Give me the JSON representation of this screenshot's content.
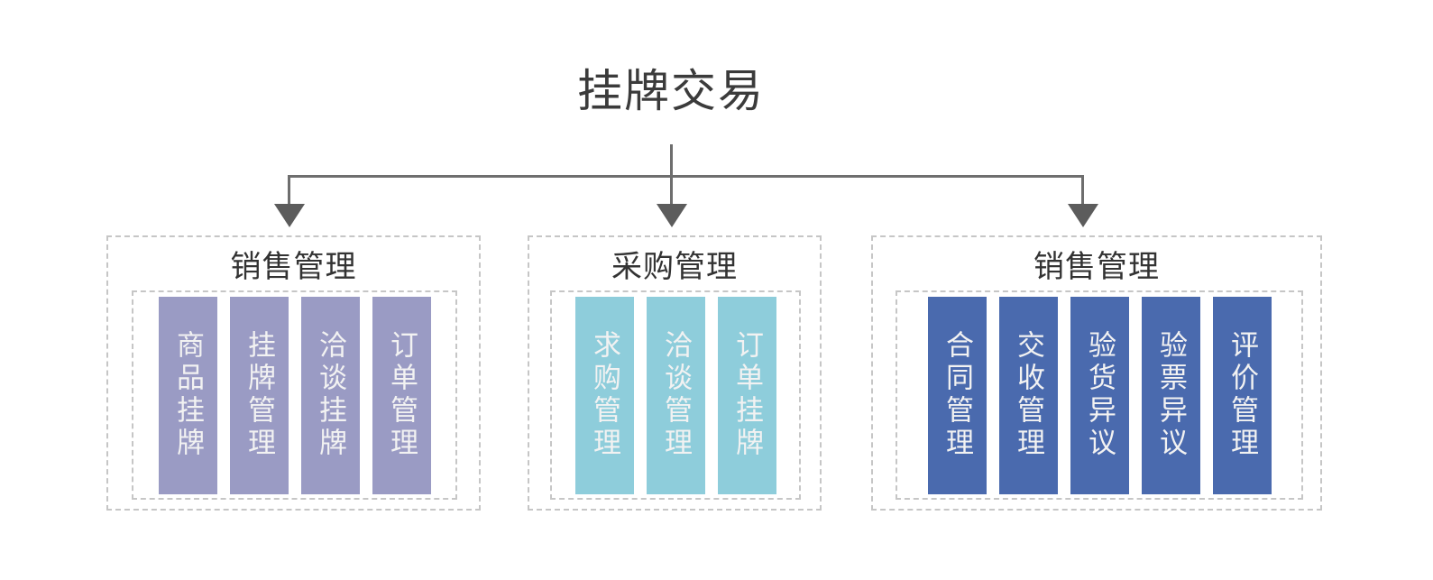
{
  "diagram": {
    "root": {
      "label": "挂牌交易"
    },
    "colors": {
      "purple": "#9a9bc4",
      "teal": "#8ecddb",
      "blue": "#4a6aae",
      "connector": "#6e6e6e",
      "dashed_border": "#c6c6c6",
      "title_text": "#3b3b3b",
      "chip_text": "#f2f2f2"
    },
    "groups": [
      {
        "id": "sales-management-1",
        "title": "销售管理",
        "color_key": "purple",
        "items": [
          {
            "label": "商品挂牌"
          },
          {
            "label": "挂牌管理"
          },
          {
            "label": "洽谈挂牌"
          },
          {
            "label": "订单管理"
          }
        ]
      },
      {
        "id": "purchase-management",
        "title": "采购管理",
        "color_key": "teal",
        "items": [
          {
            "label": "求购管理"
          },
          {
            "label": "洽谈管理"
          },
          {
            "label": "订单挂牌"
          }
        ]
      },
      {
        "id": "sales-management-2",
        "title": "销售管理",
        "color_key": "blue",
        "items": [
          {
            "label": "合同管理"
          },
          {
            "label": "交收管理"
          },
          {
            "label": "验货异议"
          },
          {
            "label": "验票异议"
          },
          {
            "label": "评价管理"
          }
        ]
      }
    ]
  }
}
